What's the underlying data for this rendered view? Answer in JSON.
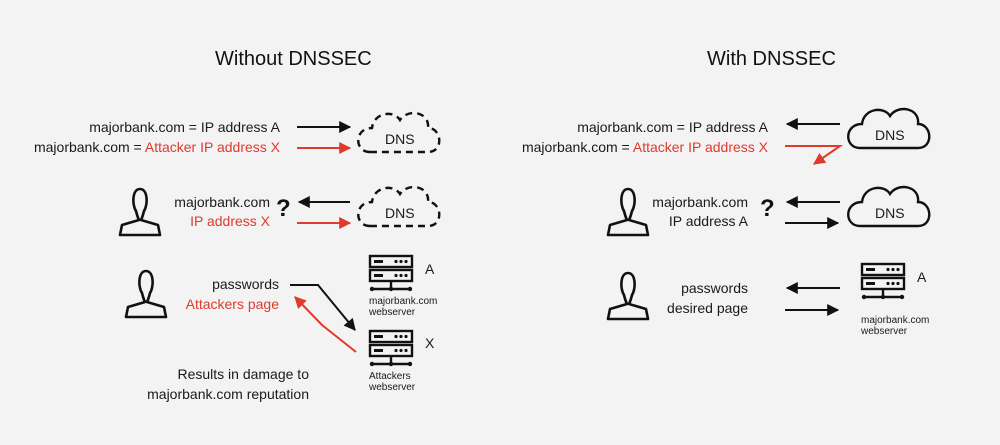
{
  "left": {
    "title": "Without DNSSEC",
    "query": {
      "line1_prefix": "majorbank.com = IP address A",
      "line2_prefix": "majorbank.com = ",
      "line2_red": "Attacker IP address X",
      "dns": "DNS"
    },
    "response": {
      "line1": "majorbank.com",
      "line2_red": "IP address X",
      "question": "?",
      "dns": "DNS"
    },
    "exchange": {
      "line1": "passwords",
      "line2_red": "Attackers page",
      "server_a_letter": "A",
      "server_a_caption": [
        "majorbank.com",
        "webserver"
      ],
      "server_x_letter": "X",
      "server_x_caption": [
        "Attackers",
        "webserver"
      ]
    },
    "footer": [
      "Results in damage to",
      "majorbank.com reputation"
    ]
  },
  "right": {
    "title": "With DNSSEC",
    "query": {
      "line1": "majorbank.com = IP address A",
      "line2_prefix": "majorbank.com = ",
      "line2_red": "Attacker IP address X",
      "dns": "DNS"
    },
    "response": {
      "line1": "majorbank.com",
      "line2": "IP address A",
      "question": "?",
      "dns": "DNS"
    },
    "exchange": {
      "line1": "passwords",
      "line2": "desired page",
      "server_letter": "A",
      "server_caption": [
        "majorbank.com",
        "webserver"
      ]
    }
  },
  "colors": {
    "ink": "#111111",
    "accent_red": "#e03a2c",
    "background": "#f3f3f3"
  },
  "icons": [
    "user-icon",
    "dns-cloud-icon",
    "server-icon",
    "arrow-icon"
  ]
}
